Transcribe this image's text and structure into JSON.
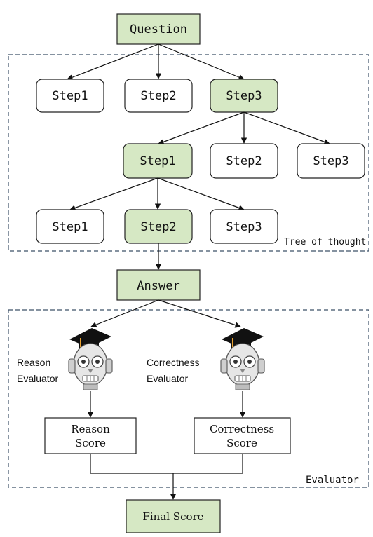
{
  "question": "Question",
  "tree": {
    "label": "Tree of thought",
    "level1": [
      "Step1",
      "Step2",
      "Step3"
    ],
    "level2": [
      "Step1",
      "Step2",
      "Step3"
    ],
    "level3": [
      "Step1",
      "Step2",
      "Step3"
    ]
  },
  "answer": "Answer",
  "evaluator": {
    "label": "Evaluator",
    "reason_evaluator": [
      "Reason",
      "Evaluator"
    ],
    "correctness_evaluator": [
      "Correctness",
      "Evaluator"
    ],
    "reason_score": [
      "Reason",
      "Score"
    ],
    "correctness_score": [
      "Correctness",
      "Score"
    ]
  },
  "final_score": "Final Score",
  "colors": {
    "highlight_fill": "#d6e8c4",
    "plain_fill": "#ffffff",
    "stroke": "#222222",
    "dashed_border": "#3c5068"
  }
}
